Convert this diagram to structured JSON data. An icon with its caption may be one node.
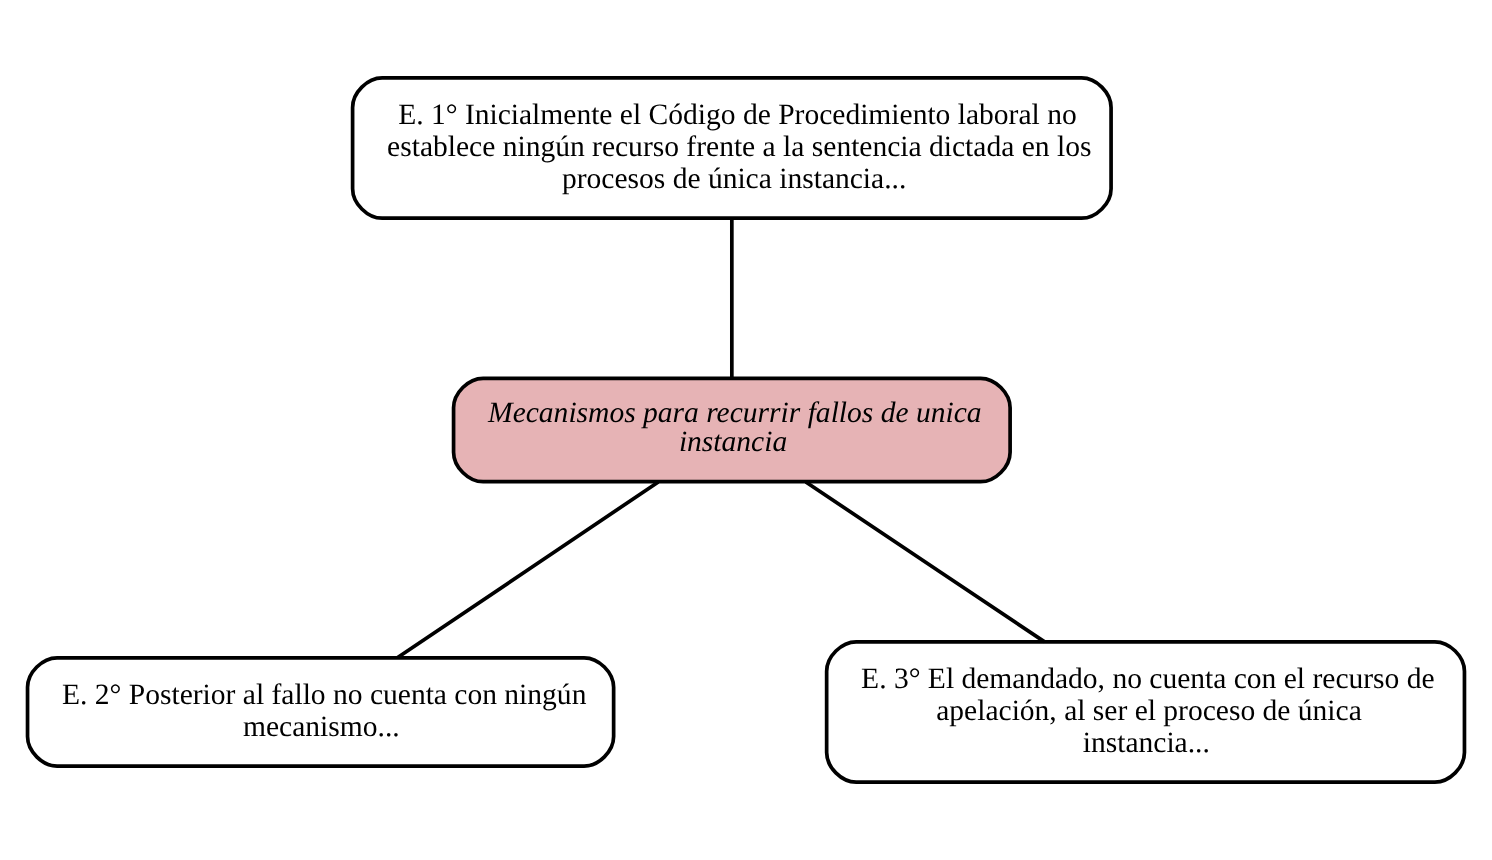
{
  "diagram": {
    "nodes": [
      {
        "text": [
          "E. 1° Inicialmente el Código de Procedimiento laboral no establece ningún recurso frente a la sentencia dictada en los procesos de única instancia..."
        ]
      },
      {
        "text": [
          "Mecanismos para recurrir fallos de unica instancia"
        ]
      },
      {
        "text": [
          "E. 2° Posterior al fallo no cuenta con ningún mecanismo..."
        ]
      },
      {
        "text": [
          "E. 3° El demandado, no cuenta con el recurso de apelación, al ser el proceso de única instancia..."
        ]
      }
    ],
    "edges": [
      {
        "from": 0,
        "to": 1,
        "arrow": "none"
      },
      {
        "from": 1,
        "to": 2,
        "arrow": "none"
      },
      {
        "from": 1,
        "to": 3,
        "arrow": "none"
      }
    ]
  }
}
